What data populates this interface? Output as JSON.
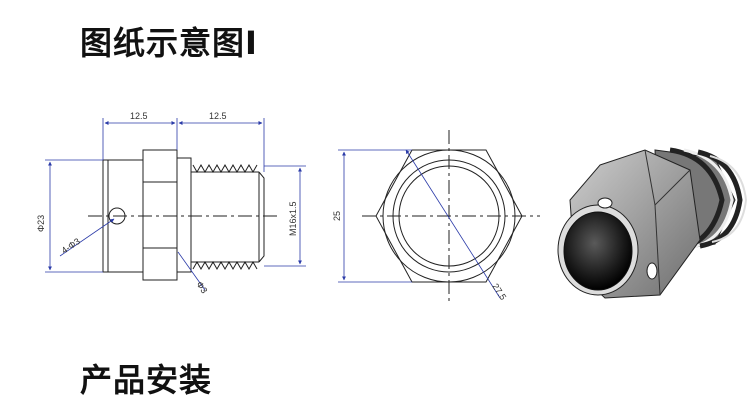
{
  "header": {
    "title": "图纸示意图I"
  },
  "footer": {
    "title": "产品安装"
  },
  "drawing": {
    "line_color": "#222222",
    "dim_color": "#2a3aa8",
    "side_view": {
      "length_head": "12.5",
      "length_thread": "12.5",
      "diameter": "Φ23",
      "holes": "4-Φ3",
      "vent_hole": "Φ3",
      "thread": "M16x1.5"
    },
    "front_view": {
      "height": "25",
      "across_corners": "27.5"
    }
  }
}
